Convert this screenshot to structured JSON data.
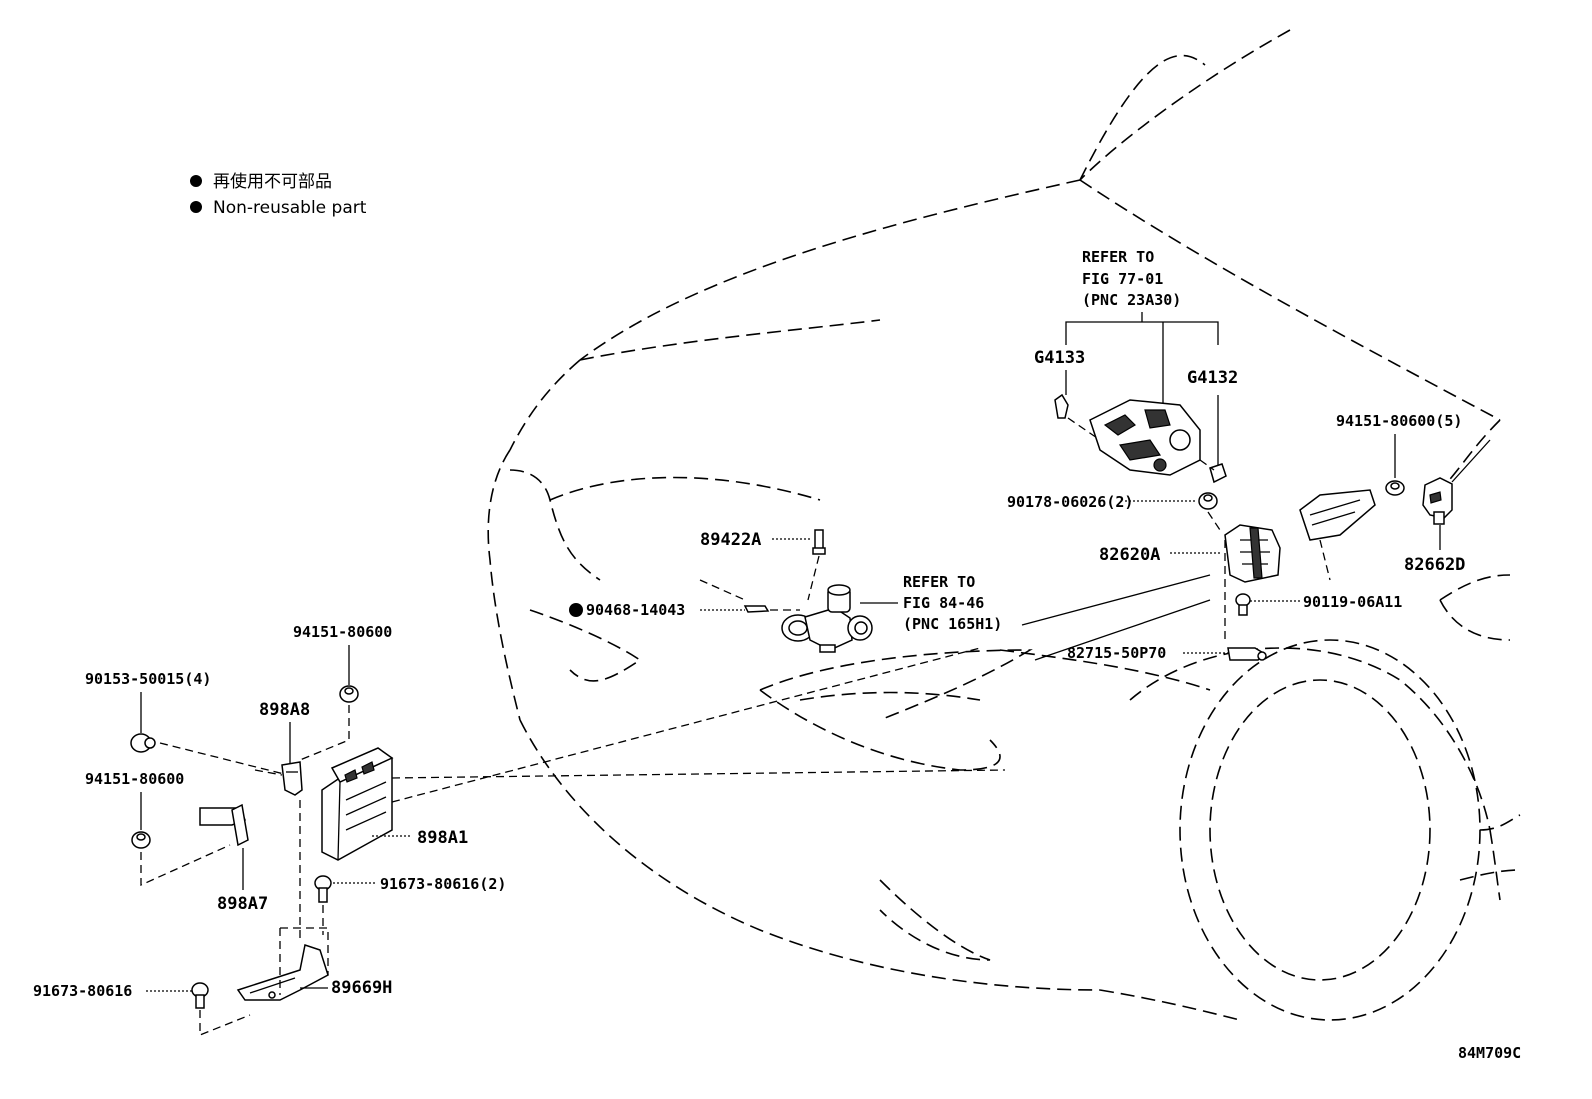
{
  "legend": {
    "items": [
      {
        "symbol": "●",
        "text": "再使用不可部品"
      },
      {
        "symbol": "●",
        "text": "Non-reusable part"
      }
    ]
  },
  "figure_code": "84M709C",
  "refer_notes": [
    {
      "lines": [
        "REFER TO",
        "FIG 77-01",
        "(PNC 23A30)"
      ]
    },
    {
      "lines": [
        "REFER TO",
        "FIG 84-46",
        "(PNC 165H1)"
      ]
    }
  ],
  "parts": {
    "p_g4133": "G4133",
    "p_g4132": "G4132",
    "p_94151_5": "94151-80600(5)",
    "p_90178": "90178-06026(2)",
    "p_82620a": "82620A",
    "p_82662d": "82662D",
    "p_90119": "90119-06A11",
    "p_82715": "82715-50P70",
    "p_89422a": "89422A",
    "p_90468": "90468-14043",
    "p_94151_a": "94151-80600",
    "p_90153": "90153-50015(4)",
    "p_898a8": "898A8",
    "p_94151_b": "94151-80600",
    "p_898a1": "898A1",
    "p_898a7": "898A7",
    "p_91673_2": "91673-80616(2)",
    "p_91673": "91673-80616",
    "p_89669h": "89669H"
  },
  "non_reusable_mark": "●"
}
